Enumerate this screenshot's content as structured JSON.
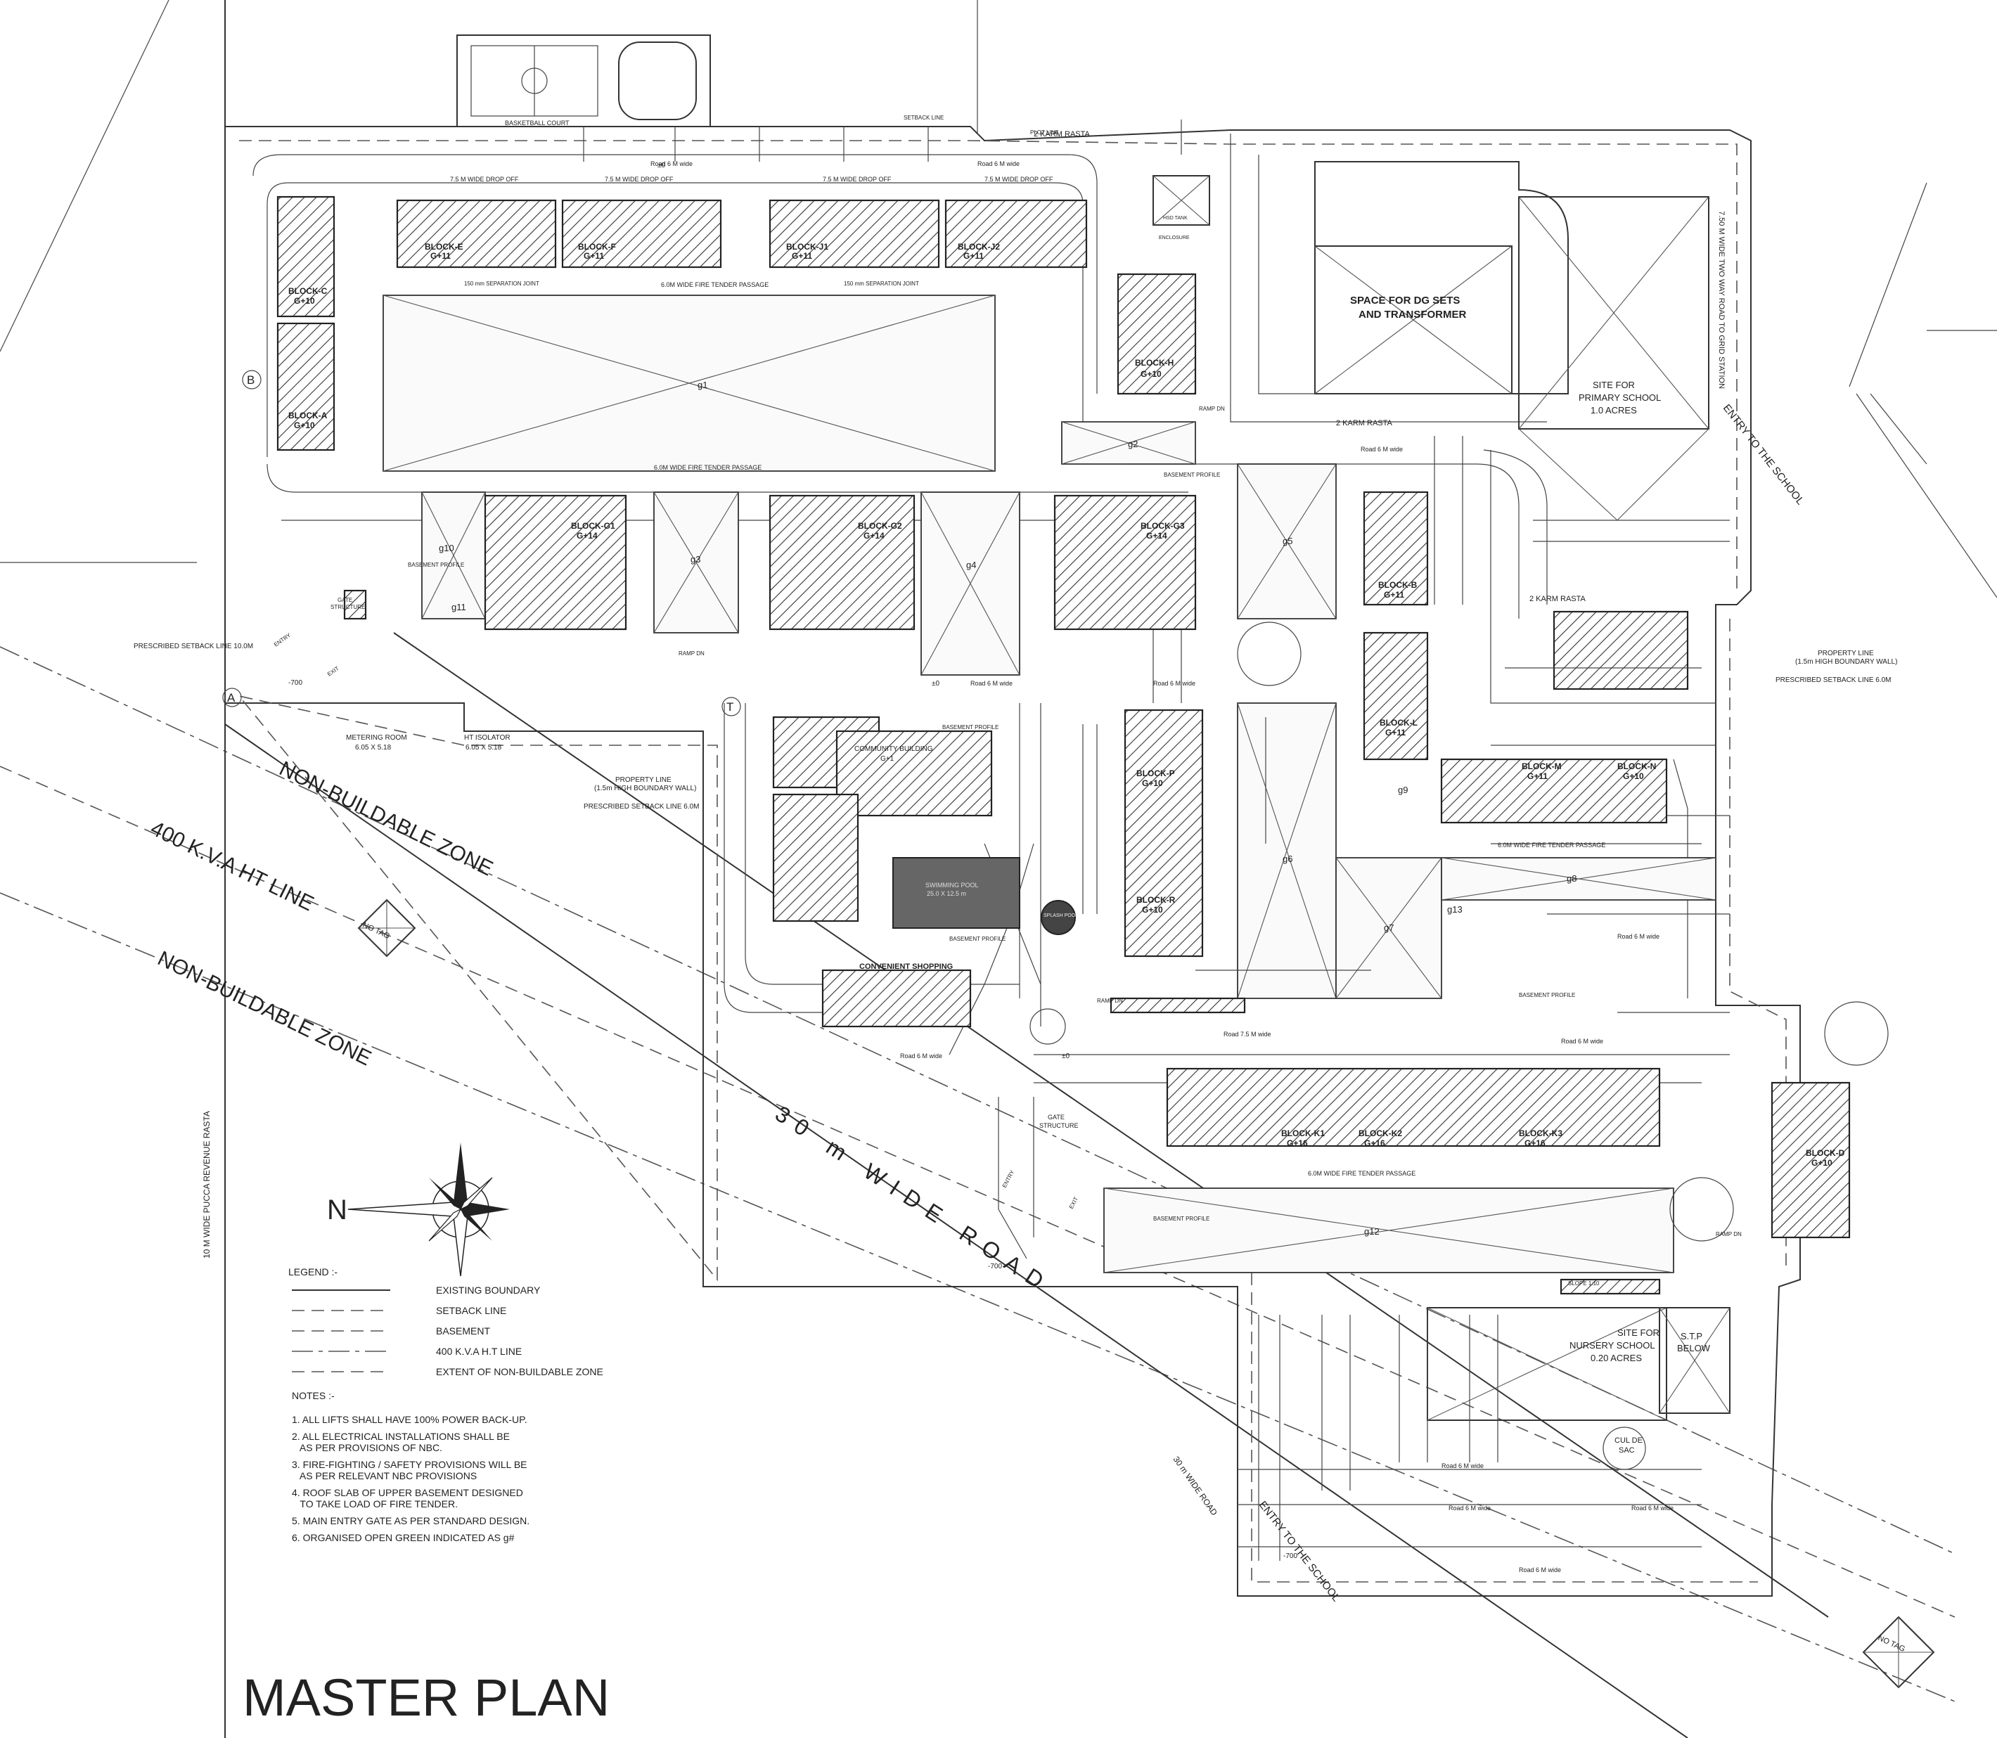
{
  "title": "MASTER PLAN",
  "north": "N",
  "legend": {
    "heading": "LEGEND :-",
    "items": [
      "EXISTING BOUNDARY",
      "SETBACK LINE",
      "BASEMENT",
      "400 K.V.A H.T LINE",
      "EXTENT OF NON-BUILDABLE ZONE"
    ]
  },
  "notes": {
    "heading": "NOTES :-",
    "items": [
      "1. ALL LIFTS SHALL HAVE 100% POWER BACK-UP.",
      "2. ALL ELECTRICAL INSTALLATIONS SHALL BE",
      "   AS PER PROVISIONS OF NBC.",
      "3. FIRE-FIGHTING / SAFETY PROVISIONS WILL BE",
      "   AS PER RELEVANT NBC PROVISIONS",
      "4. ROOF SLAB OF UPPER BASEMENT DESIGNED",
      "   TO TAKE LOAD OF FIRE TENDER.",
      "5. MAIN ENTRY GATE AS PER STANDARD DESIGN.",
      "6. ORGANISED OPEN GREEN INDICATED AS g#"
    ]
  },
  "zones": {
    "non_buildable_1": "NON-BUILDABLE ZONE",
    "ht_line": "400 K.V.A HT LINE",
    "non_buildable_2": "NON-BUILDABLE ZONE",
    "road_30m": "30 m WIDE ROAD",
    "road_30m_small": "30 m WIDE ROAD",
    "revenue_rasta": "10 M WIDE PUCCA REVENUE RASTA"
  },
  "sites": {
    "dg": [
      "SPACE FOR DG SETS",
      "AND TRANSFORMER"
    ],
    "school": [
      "SITE FOR",
      "PRIMARY SCHOOL",
      "1.0 ACRES"
    ],
    "nursery": [
      "SITE FOR",
      "NURSERY SCHOOL",
      "0.20 ACRES"
    ],
    "stp": [
      "S.T.P",
      "BELOW"
    ],
    "entry_school_1": "ENTRY TO THE SCHOOL",
    "entry_school_2": "ENTRY TO THE SCHOOL",
    "grid_road": "7.50 M WIDE TWO WAY ROAD TO GRID STATION",
    "karm_rasta": "2 KARM RASTA",
    "basketball": "BASKETBALL COURT",
    "community": [
      "COMMUNITY BUILDING",
      "G+1"
    ],
    "shopping": "CONVENIENT SHOPPING",
    "pool": [
      "SWIMMING POOL",
      "25.0 X 12.5 m"
    ],
    "splash": "SPLASH POOL",
    "metering": [
      "METERING ROOM",
      "6.05 X 5.18"
    ],
    "ht_isolator": [
      "HT ISOLATOR",
      "6.05 X 5.18"
    ],
    "gate": [
      "GATE",
      "STRUCTURE"
    ],
    "gate2": [
      "GATE",
      "STRUCTURE"
    ],
    "cul_de_sac": [
      "CUL DE",
      "SAC"
    ],
    "prop_line_right": [
      "PROPERTY LINE",
      "(1.5m HIGH BOUNDARY WALL)"
    ],
    "setback_right": "PRESCRIBED SETBACK LINE 6.0M",
    "prop_line_mid": [
      "PROPERTY LINE",
      "(1.5m HIGH BOUNDARY WALL)"
    ],
    "setback_mid": "PRESCRIBED SETBACK LINE 6.0M",
    "setback_left": "PRESCRIBED SETBACK LINE 10.0M",
    "fire_passage": "6.0M WIDE FIRE TENDER PASSAGE",
    "drop_off": "7.5 M WIDE DROP OFF",
    "road6": "Road 6 M wide",
    "road75": "Road 7.5 M wide",
    "basement_profile": "BASEMENT PROFILE",
    "ramp_dn": "RAMP DN",
    "separation": "150 mm SEPARATION JOINT",
    "slope": "SLOPE 1:10",
    "plot_line": "PLOT LINE",
    "setback_line": "SETBACK LINE",
    "hsd_tank": [
      "HSD TANK",
      "ENCLOSURE"
    ],
    "level_700": "-700",
    "level_0": "±0",
    "entry": "ENTRY",
    "exit": "EXIT"
  },
  "blocks": [
    {
      "name": "BLOCK-C",
      "floors": "G+10"
    },
    {
      "name": "BLOCK-A",
      "floors": "G+10"
    },
    {
      "name": "BLOCK-E",
      "floors": "G+11"
    },
    {
      "name": "BLOCK-F",
      "floors": "G+11"
    },
    {
      "name": "BLOCK-J1",
      "floors": "G+11"
    },
    {
      "name": "BLOCK-J2",
      "floors": "G+11"
    },
    {
      "name": "BLOCK-H",
      "floors": "G+10"
    },
    {
      "name": "BLOCK-G1",
      "floors": "G+14"
    },
    {
      "name": "BLOCK-G2",
      "floors": "G+14"
    },
    {
      "name": "BLOCK-G3",
      "floors": "G+14"
    },
    {
      "name": "BLOCK-B",
      "floors": "G+11"
    },
    {
      "name": "BLOCK-L",
      "floors": "G+11"
    },
    {
      "name": "BLOCK-M",
      "floors": "G+11"
    },
    {
      "name": "BLOCK-N",
      "floors": "G+10"
    },
    {
      "name": "BLOCK-P",
      "floors": "G+10"
    },
    {
      "name": "BLOCK-R",
      "floors": "G+10"
    },
    {
      "name": "BLOCK-K1",
      "floors": "G+16"
    },
    {
      "name": "BLOCK-K2",
      "floors": "G+16"
    },
    {
      "name": "BLOCK-K3",
      "floors": "G+16"
    },
    {
      "name": "BLOCK-D",
      "floors": "G+10"
    }
  ],
  "greens": [
    "g1",
    "g2",
    "g3",
    "g4",
    "g5",
    "g6",
    "g7",
    "g8",
    "g9",
    "g10",
    "g11",
    "g12",
    "g13"
  ],
  "markers": {
    "A": "A",
    "B": "B",
    "T": "T"
  },
  "no_tag": "NO TAG"
}
